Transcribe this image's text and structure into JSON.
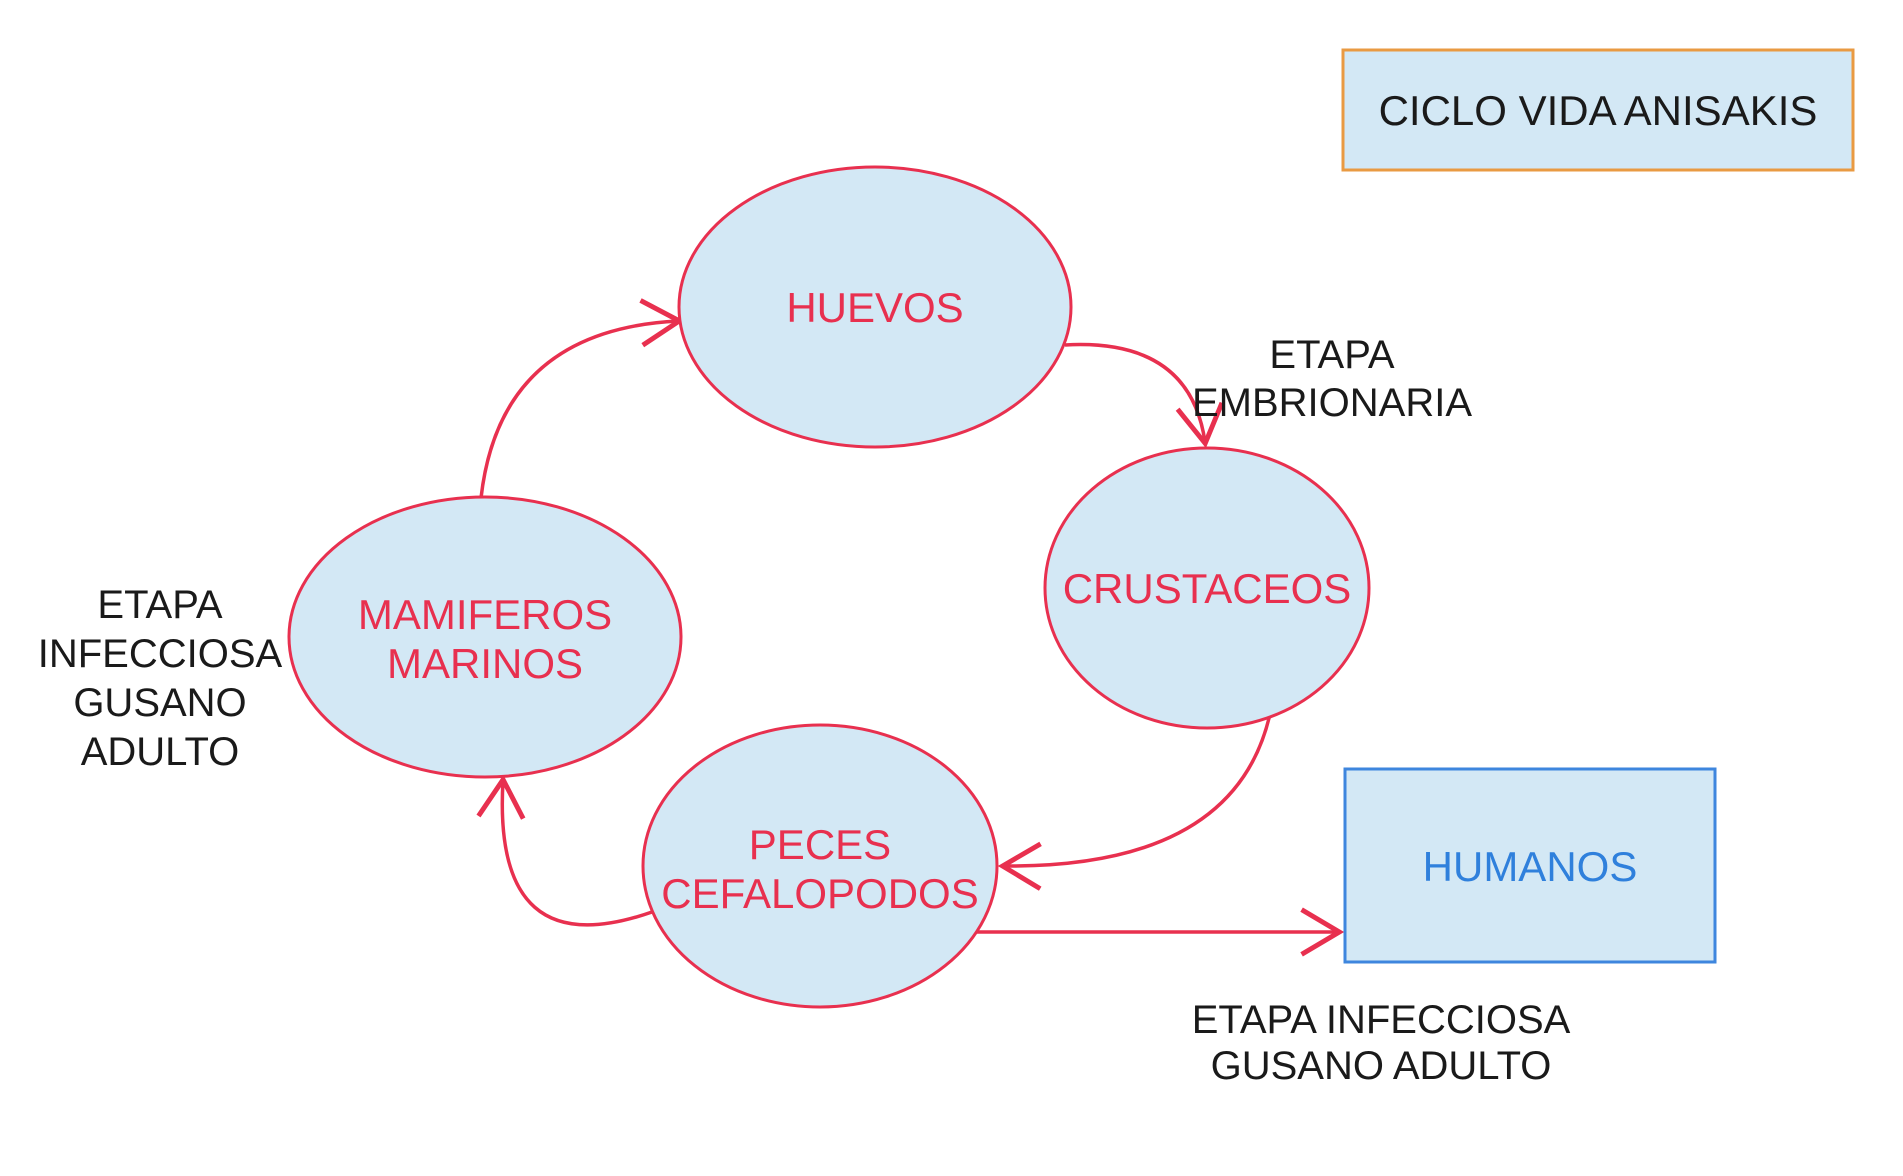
{
  "title": "CICLO VIDA ANISAKIS",
  "nodes": {
    "huevos": {
      "lines": [
        "HUEVOS"
      ]
    },
    "crustaceos": {
      "lines": [
        "CRUSTACEOS"
      ]
    },
    "peces": {
      "lines": [
        "PECES",
        "CEFALOPODOS"
      ]
    },
    "mamiferos": {
      "lines": [
        "MAMIFEROS",
        "MARINOS"
      ]
    },
    "humanos": {
      "lines": [
        "HUMANOS"
      ]
    }
  },
  "annotations": {
    "embrionaria": {
      "lines": [
        "ETAPA",
        "EMBRIONARIA"
      ]
    },
    "infecciosa_left": {
      "lines": [
        "ETAPA",
        "INFECCIOSA",
        "GUSANO",
        "ADULTO"
      ]
    },
    "infecciosa_bottom": {
      "lines": [
        "ETAPA INFECCIOSA",
        "GUSANO ADULTO"
      ]
    }
  },
  "edges": [
    {
      "from": "MAMIFEROS MARINOS",
      "to": "HUEVOS"
    },
    {
      "from": "HUEVOS",
      "to": "CRUSTACEOS",
      "label": "ETAPA EMBRIONARIA"
    },
    {
      "from": "CRUSTACEOS",
      "to": "PECES CEFALOPODOS"
    },
    {
      "from": "PECES CEFALOPODOS",
      "to": "MAMIFEROS MARINOS",
      "label": "ETAPA INFECCIOSA GUSANO ADULTO"
    },
    {
      "from": "PECES CEFALOPODOS",
      "to": "HUMANOS",
      "label": "ETAPA INFECCIOSA GUSANO ADULTO"
    }
  ],
  "colors": {
    "background": "#ffffff",
    "node_fill": "#d3e8f5",
    "cycle_red": "#e8304f",
    "title_border_orange": "#e99a42",
    "humanos_border_blue": "#3e86de",
    "humanos_text_blue": "#2f80dc",
    "label_black": "#1a1a1a"
  }
}
